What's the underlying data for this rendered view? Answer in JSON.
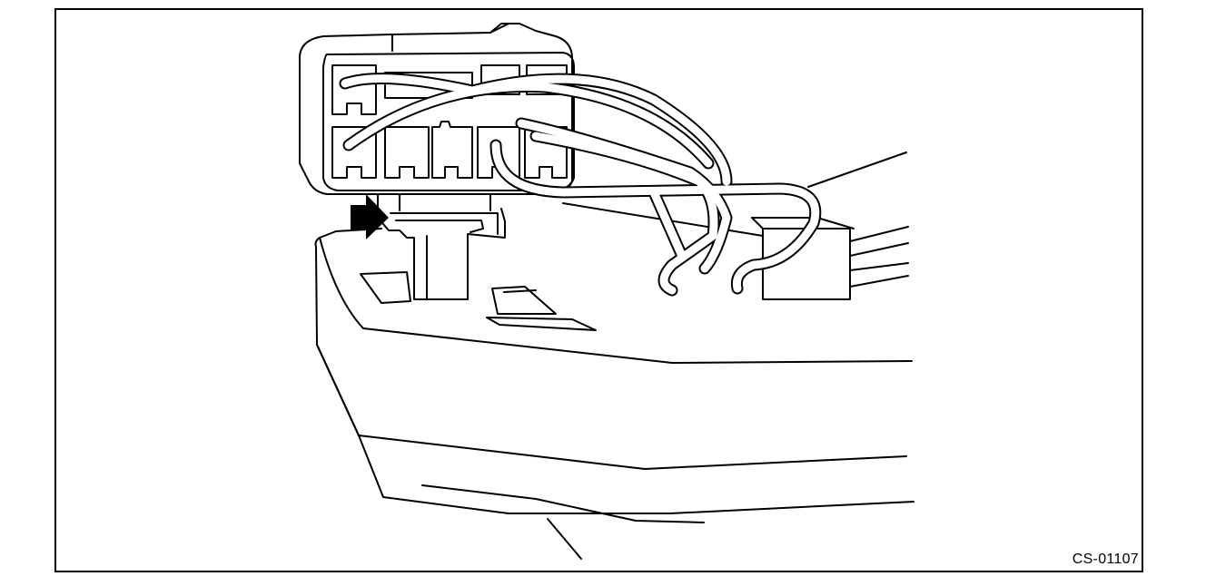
{
  "figure": {
    "id_label": "CS-01107",
    "colors": {
      "line": "#000000",
      "background": "#ffffff",
      "pointer_arrow": "#000000"
    },
    "icons": [
      "connector-housing",
      "lock-tab",
      "wire-harness",
      "pointer-arrow",
      "mounting-base"
    ]
  }
}
